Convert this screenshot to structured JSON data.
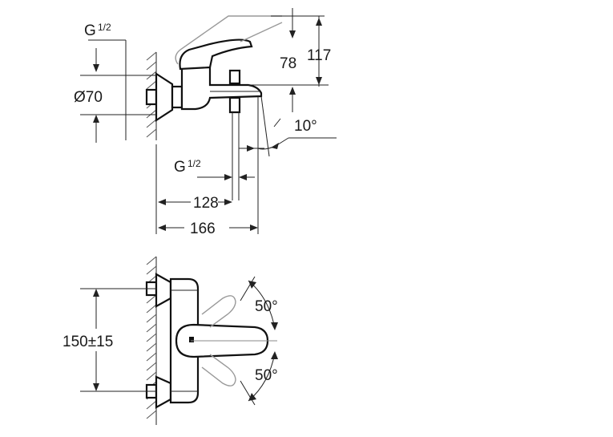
{
  "side_view": {
    "label_g_top_main": "G",
    "label_g_top_frac": "1/2",
    "label_diameter": "Ø70",
    "label_78": "78",
    "label_117": "117",
    "label_angle": "10°",
    "label_g_bottom_main": "G",
    "label_g_bottom_frac": "1/2",
    "label_128": "128",
    "label_166": "166"
  },
  "front_view": {
    "label_spacing": "150±15",
    "label_angle_top": "50°",
    "label_angle_bottom": "50°"
  }
}
